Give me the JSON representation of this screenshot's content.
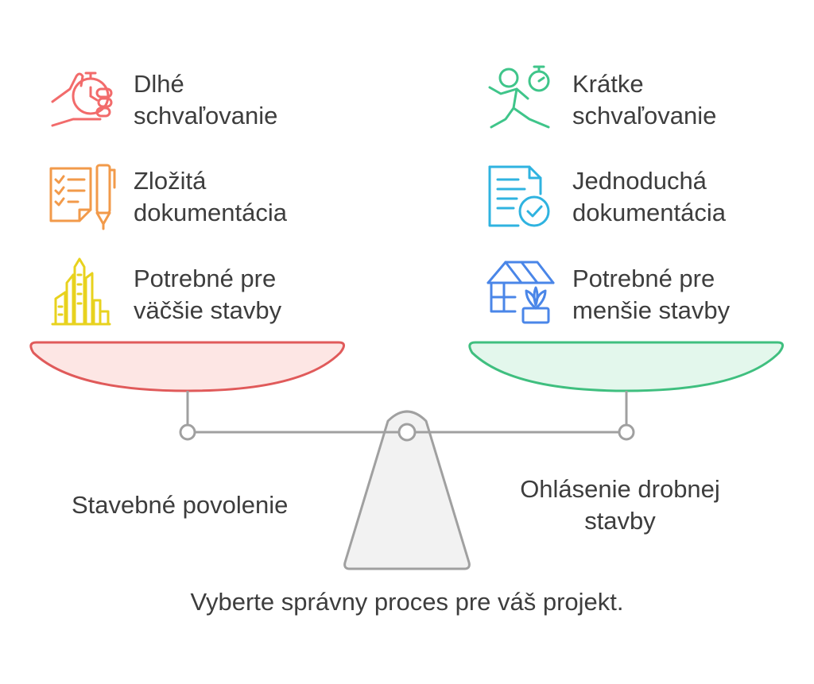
{
  "left": {
    "items": [
      {
        "icon": "stopwatch-hand-icon",
        "line1": "Dlhé",
        "line2": "schvaľovanie"
      },
      {
        "icon": "checklist-pen-icon",
        "line1": "Zložitá",
        "line2": "dokumentácia"
      },
      {
        "icon": "skyscrapers-icon",
        "line1": "Potrebné pre",
        "line2": "väčšie stavby"
      }
    ],
    "caption": "Stavebné povolenie",
    "color": "#e05a5a",
    "fill": "#fde6e4"
  },
  "right": {
    "items": [
      {
        "icon": "running-person-stopwatch-icon",
        "line1": "Krátke",
        "line2": "schvaľovanie"
      },
      {
        "icon": "document-check-icon",
        "line1": "Jednoduchá",
        "line2": "dokumentácia"
      },
      {
        "icon": "greenhouse-plant-icon",
        "line1": "Potrebné pre",
        "line2": "menšie stavby"
      }
    ],
    "caption_line1": "Ohlásenie drobnej",
    "caption_line2": "stavby",
    "color": "#3fbf7f",
    "fill": "#e3f7ec"
  },
  "footer": "Vyberte správny proces pre váš projekt.",
  "colors": {
    "red_icon": "#f26b6b",
    "orange_icon": "#f29a4a",
    "yellow_icon": "#e8d21e",
    "green_icon": "#3fc58a",
    "cyan_icon": "#2fb3e0",
    "blue_icon": "#4a86e8",
    "scale_gray": "#a0a0a0"
  }
}
